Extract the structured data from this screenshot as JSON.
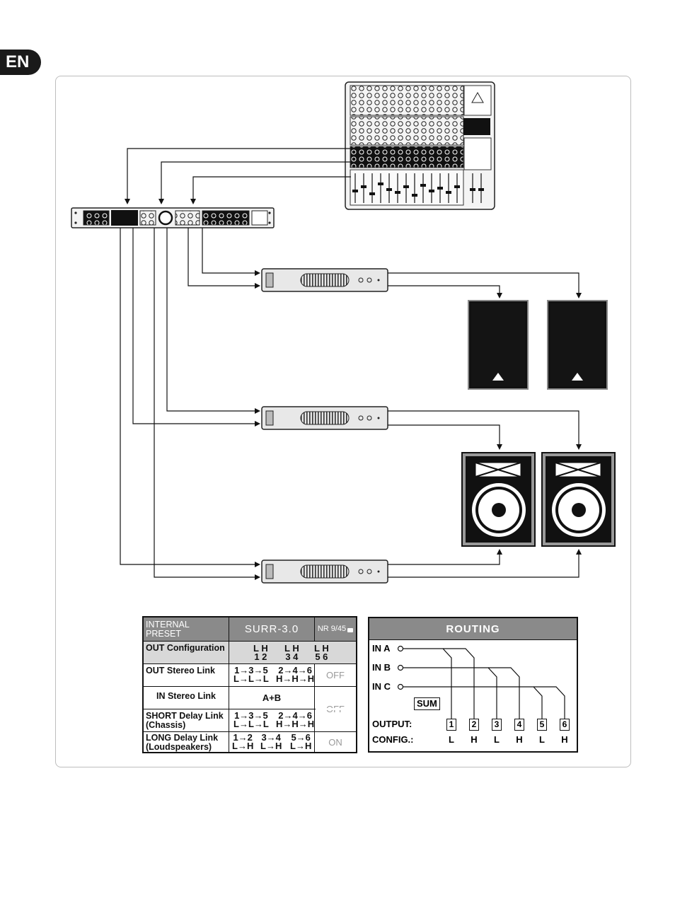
{
  "page": {
    "language_tab": "EN"
  },
  "preset_table": {
    "header": {
      "label": "INTERNAL PRESET",
      "preset_name": "SURR-3.0",
      "nr": "NR 9/45"
    },
    "rows": [
      {
        "label": "OUT Configuration",
        "pairs": [
          {
            "a": "L H",
            "b": "1 2"
          },
          {
            "a": "L H",
            "b": "3 4"
          },
          {
            "a": "L H",
            "b": "5 6"
          }
        ]
      },
      {
        "label": "OUT Stereo Link",
        "pairs": [
          {
            "a": "1→3→5",
            "b": "L→L→L"
          },
          {
            "a": "2→4→6",
            "b": "H→H→H"
          }
        ],
        "status": "OFF"
      },
      {
        "label": "IN Stereo Link",
        "value": "A+B"
      },
      {
        "label_line1": "SHORT Delay Link",
        "label_line2": "(Chassis)",
        "pairs": [
          {
            "a": "1→3→5",
            "b": "L→L→L"
          },
          {
            "a": "2→4→6",
            "b": "H→H→H"
          }
        ],
        "status": "OFF"
      },
      {
        "label_line1": "LONG   Delay Link",
        "label_line2": "(Loudspeakers)",
        "pairs": [
          {
            "a": "1→2",
            "b": "L→H"
          },
          {
            "a": "3→4",
            "b": "L→H"
          },
          {
            "a": "5→6",
            "b": "L→H"
          }
        ],
        "status": "ON"
      }
    ]
  },
  "routing": {
    "title": "ROUTING",
    "inputs": [
      "IN A",
      "IN B",
      "IN C"
    ],
    "sum_label": "SUM",
    "output_label": "OUTPUT:",
    "config_label": "CONFIG.:",
    "outputs": [
      "1",
      "2",
      "3",
      "4",
      "5",
      "6"
    ],
    "configs": [
      "L",
      "H",
      "L",
      "H",
      "L",
      "H"
    ]
  }
}
